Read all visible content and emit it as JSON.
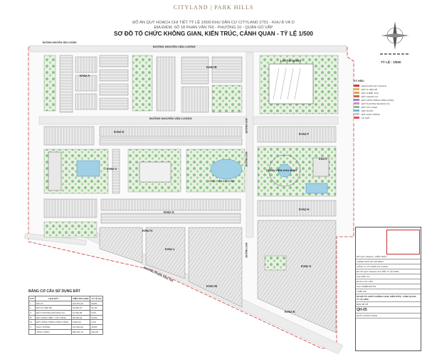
{
  "header": {
    "brand": "CITYLAND | PARK HILLS",
    "line1": "ĐỒ ÁN QUY HOẠCH CHI TIẾT TỶ LỆ 1/500 KHU DÂN CƯ CITYLAND Z751 - KHU B VÀ D",
    "line2": "ĐỊA ĐIỂM: SỐ 18 PHAN VĂN TRỊ - PHƯỜNG 10 - QUẬN GÒ VẤP",
    "title": "SƠ ĐỒ TỔ CHỨC KHÔNG GIAN, KIẾN TRÚC, CẢNH QUAN - TỶ LỆ 1/500"
  },
  "scale_label": "TỶ LỆ : 1/500",
  "roads": {
    "nguyen_van_luong_top": "ĐƯỜNG NGUYỄN VĂN LƯỢNG",
    "nguyen_van_luong_mid": "ĐƯỜNG NGUYỄN VĂN LƯỢNG",
    "phan_van_tri": "ĐƯỜNG PHAN VĂN TRỊ",
    "road_10m_a": "ĐƯỜNG 10M",
    "road_10m_b": "ĐƯỜNG 10M",
    "road_10m_c": "ĐƯỜNG 10M",
    "road_left": "ĐƯỜNG NGUYỄN VĂN LƯỢNG"
  },
  "zones": {
    "khu_a": "KHU A",
    "khu_b": "KHU B",
    "khu_c": "KHU C",
    "khu_d": "KHU D",
    "khu_e": "KHU E",
    "khu_f": "KHU F",
    "khu_g": "KHU G",
    "khu_h": "KHU H",
    "khu_k": "KHU K",
    "khu_l": "KHU L",
    "khu_m": "KHU M",
    "khu_n": "KHU N",
    "khu_x": "KHU X",
    "lotte": "LOTTE MART",
    "park_center": "CÔNG VIÊN KHU BÌNH",
    "park_left": "CÔNG VIÊN BỜ SÔNG"
  },
  "legend": {
    "title": "KÝ HIỆU",
    "items": [
      {
        "label": "RANH GIỚI QUY HOẠCH",
        "color": "#d03a3a"
      },
      {
        "label": "ĐẤT Ở LIÊN KẾ",
        "color": "#e8b45c"
      },
      {
        "label": "ĐẤT Ở BIỆT THỰ",
        "color": "#e89a5c"
      },
      {
        "label": "ĐẤT CHUNG CƯ",
        "color": "#c46a4a"
      },
      {
        "label": "ĐẤT CÔNG TRÌNH CÔNG CỘNG",
        "color": "#9a86c8"
      },
      {
        "label": "ĐẤT THƯƠNG MẠI DỊCH VỤ",
        "color": "#d48ac0"
      },
      {
        "label": "ĐẤT CÂY XANH",
        "color": "#7fc08a"
      },
      {
        "label": "MẶT NƯỚC",
        "color": "#74b9d8"
      },
      {
        "label": "ĐẤT GIAO THÔNG",
        "color": "#c8c8c8"
      },
      {
        "label": "LỘ GIỚI",
        "color": "#e05050"
      }
    ]
  },
  "land_use": {
    "title": "BẢNG CƠ CẤU SỬ DỤNG ĐẤT",
    "headers": [
      "STT",
      "LOẠI ĐẤT",
      "DIỆN TÍCH (M2)",
      "TỶ LỆ (%)"
    ],
    "rows": [
      [
        "I",
        "ĐẤT Ở",
        "132.874,10",
        "46,8%"
      ],
      [
        "1",
        "ĐẤT Ở LIÊN KẾ",
        "91.981,07",
        "32,4%"
      ],
      [
        "II",
        "ĐẤT THƯƠNG MẠI DỊCH VỤ",
        "14.302,08",
        "5,0%"
      ],
      [
        "III",
        "ĐẤT CÔNG VIÊN - CÂY XANH",
        "28.346,02",
        "10,0%"
      ],
      [
        "IV",
        "ĐẤT CÔNG TRÌNH CÔNG CỘNG",
        "6.891,00",
        "2,4%"
      ],
      [
        "V",
        "GIAO THÔNG",
        "101.604,00",
        "35,8%"
      ],
      [
        "",
        "TỔNG CỘNG",
        "283.611,13",
        "100,0%"
      ]
    ]
  },
  "title_block": {
    "rows": [
      "SỞ QUY HOẠCH - KIẾN TRÚC",
      "THÀNH PHỐ HỒ CHÍ MINH",
      "CÔNG TY CỔ PHẦN CITYLAND",
      "ĐỒ ÁN QUY HOẠCH CHI TIẾT TỶ LỆ 1/500",
      "CHỦ ĐẦU TƯ",
      "ĐƠN VỊ TƯ VẤN",
      "CHỦ NHIỆM ĐỒ ÁN",
      "THIẾT KẾ",
      "SƠ ĐỒ TỔ CHỨC KHÔNG GIAN, KIẾN TRÚC, CẢNH QUAN - TỶ LỆ 1/500",
      "BẢN VẼ SỐ",
      "QH-05",
      "NGÀY HOÀN THÀNH"
    ]
  }
}
